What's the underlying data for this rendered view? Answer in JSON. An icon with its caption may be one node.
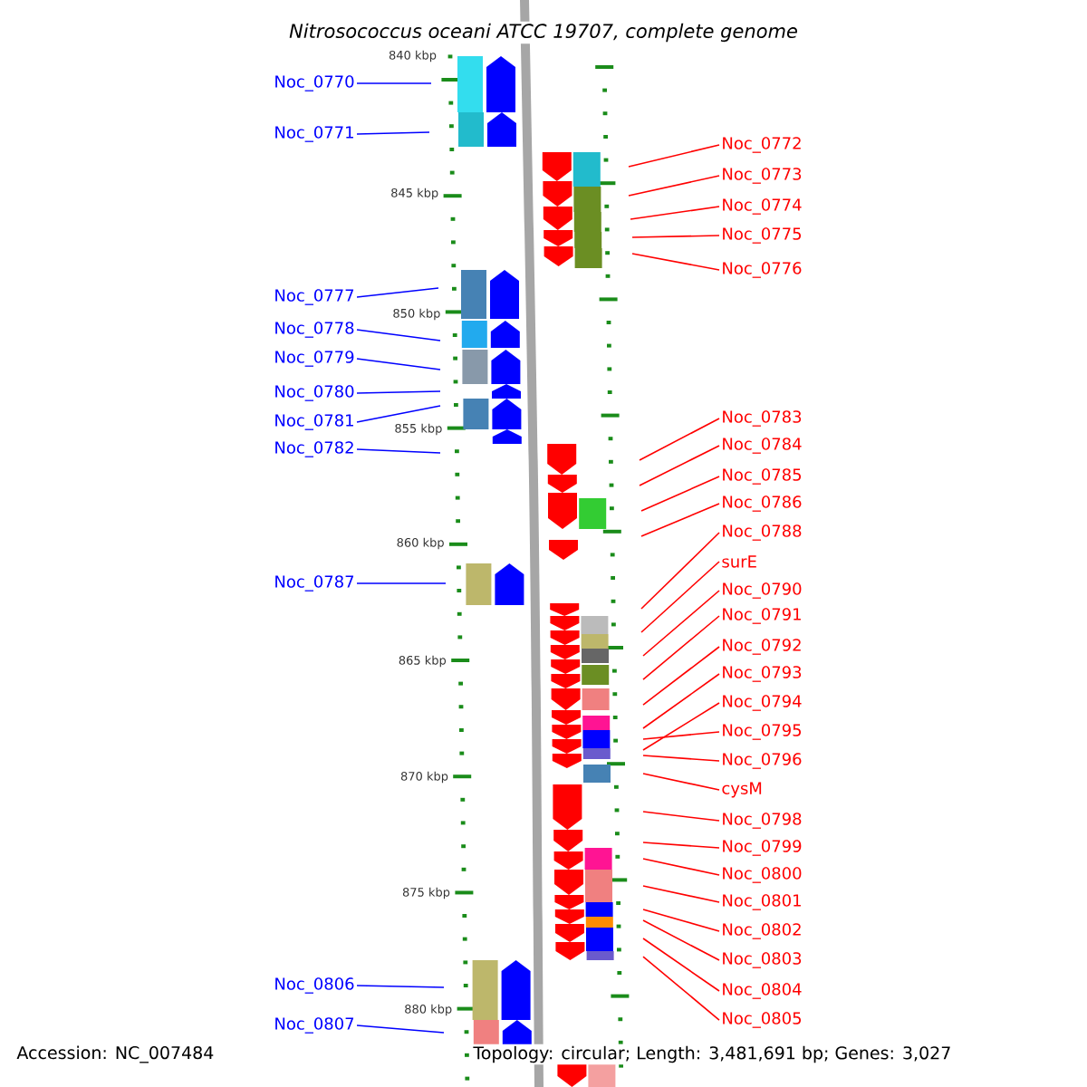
{
  "diagram": {
    "title": "Nitrosococcus oceani ATCC 19707, complete genome",
    "nodes": [
      {
        "text": [
          "Noc_0770"
        ]
      },
      {
        "text": [
          "Noc_0771"
        ]
      },
      {
        "text": [
          "Noc_0772"
        ]
      },
      {
        "text": [
          "Noc_0773"
        ]
      },
      {
        "text": [
          "Noc_0774"
        ]
      },
      {
        "text": [
          "Noc_0775"
        ]
      },
      {
        "text": [
          "Noc_0776"
        ]
      },
      {
        "text": [
          "Noc_0777"
        ]
      },
      {
        "text": [
          "Noc_0778"
        ]
      },
      {
        "text": [
          "Noc_0779"
        ]
      },
      {
        "text": [
          "Noc_0780"
        ]
      },
      {
        "text": [
          "Noc_0783"
        ]
      },
      {
        "text": [
          "Noc_0781"
        ]
      },
      {
        "text": [
          "Noc_0784"
        ]
      },
      {
        "text": [
          "Noc_0782"
        ]
      },
      {
        "text": [
          "Noc_0785"
        ]
      },
      {
        "text": [
          "Noc_0786"
        ]
      },
      {
        "text": [
          "Noc_0788"
        ]
      },
      {
        "text": [
          "surE"
        ]
      },
      {
        "text": [
          "Noc_0787"
        ]
      },
      {
        "text": [
          "Noc_0790"
        ]
      },
      {
        "text": [
          "Noc_0791"
        ]
      },
      {
        "text": [
          "Noc_0792"
        ]
      },
      {
        "text": [
          "Noc_0793"
        ]
      },
      {
        "text": [
          "Noc_0794"
        ]
      },
      {
        "text": [
          "Noc_0795"
        ]
      },
      {
        "text": [
          "Noc_0796"
        ]
      },
      {
        "text": [
          "cysM"
        ]
      },
      {
        "text": [
          "Noc_0798"
        ]
      },
      {
        "text": [
          "Noc_0799"
        ]
      },
      {
        "text": [
          "Noc_0800"
        ]
      },
      {
        "text": [
          "Noc_0801"
        ]
      },
      {
        "text": [
          "Noc_0802"
        ]
      },
      {
        "text": [
          "Noc_0803"
        ]
      },
      {
        "text": [
          "Noc_0806"
        ]
      },
      {
        "text": [
          "Noc_0804"
        ]
      },
      {
        "text": [
          "Noc_0805"
        ]
      },
      {
        "text": [
          "Noc_0807"
        ]
      }
    ],
    "edges": [
      {
        "from": 0,
        "to": null,
        "arrow": "none",
        "color": "#0000ff"
      },
      {
        "from": 1,
        "to": null,
        "arrow": "none",
        "color": "#0000ff"
      },
      {
        "from": 2,
        "to": null,
        "arrow": "none"
      },
      {
        "from": 3,
        "to": null,
        "arrow": "none"
      },
      {
        "from": 4,
        "to": null,
        "arrow": "none"
      },
      {
        "from": 5,
        "to": null,
        "arrow": "none"
      },
      {
        "from": 6,
        "to": null,
        "arrow": "none"
      },
      {
        "from": 7,
        "to": null,
        "arrow": "none",
        "color": "#0000ff"
      },
      {
        "from": 8,
        "to": null,
        "arrow": "none",
        "color": "#0000ff"
      },
      {
        "from": 9,
        "to": null,
        "arrow": "none",
        "color": "#0000ff"
      },
      {
        "from": 10,
        "to": null,
        "arrow": "none",
        "color": "#0000ff"
      },
      {
        "from": 11,
        "to": null,
        "arrow": "none"
      },
      {
        "from": 12,
        "to": null,
        "arrow": "none",
        "color": "#0000ff"
      },
      {
        "from": 13,
        "to": null,
        "arrow": "none"
      },
      {
        "from": 14,
        "to": null,
        "arrow": "none",
        "color": "#0000ff"
      },
      {
        "from": 15,
        "to": null,
        "arrow": "none"
      },
      {
        "from": 16,
        "to": null,
        "arrow": "none"
      },
      {
        "from": 17,
        "to": null,
        "arrow": "none"
      },
      {
        "from": 18,
        "to": null,
        "arrow": "none"
      },
      {
        "from": 19,
        "to": null,
        "arrow": "none",
        "color": "#0000ff"
      },
      {
        "from": 20,
        "to": null,
        "arrow": "none"
      },
      {
        "from": 21,
        "to": null,
        "arrow": "none"
      },
      {
        "from": 22,
        "to": null,
        "arrow": "none"
      },
      {
        "from": 23,
        "to": null,
        "arrow": "none"
      },
      {
        "from": 24,
        "to": null,
        "arrow": "none"
      },
      {
        "from": 25,
        "to": null,
        "arrow": "none"
      },
      {
        "from": 26,
        "to": null,
        "arrow": "none"
      },
      {
        "from": 27,
        "to": null,
        "arrow": "none"
      },
      {
        "from": 28,
        "to": null,
        "arrow": "none"
      },
      {
        "from": 29,
        "to": null,
        "arrow": "none"
      },
      {
        "from": 30,
        "to": null,
        "arrow": "none"
      },
      {
        "from": 31,
        "to": null,
        "arrow": "none"
      },
      {
        "from": 32,
        "to": null,
        "arrow": "none"
      },
      {
        "from": 33,
        "to": null,
        "arrow": "none"
      },
      {
        "from": 34,
        "to": null,
        "arrow": "none",
        "color": "#0000ff"
      },
      {
        "from": 35,
        "to": null,
        "arrow": "none"
      },
      {
        "from": 36,
        "to": null,
        "arrow": "none"
      },
      {
        "from": 37,
        "to": null,
        "arrow": "none",
        "color": "#0000ff"
      }
    ],
    "labels": [
      "840 kbp",
      "845 kbp",
      "850 kbp",
      "855 kbp",
      "860 kbp",
      "865 kbp",
      "870 kbp",
      "875 kbp",
      "880 kbp",
      "Accession: NC_007484",
      "Topology: circular; Length: 3,481,691 bp; Genes: 3,027"
    ]
  }
}
